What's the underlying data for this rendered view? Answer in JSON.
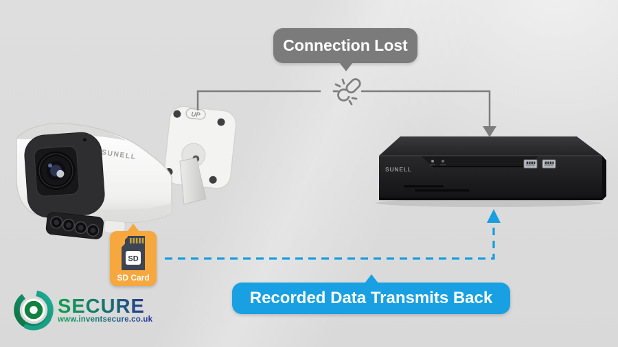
{
  "bubbles": {
    "connection_lost": "Connection Lost",
    "recorded_back": "Recorded Data Transmits Back"
  },
  "sd_badge": {
    "card_label": "SD",
    "caption": "SD Card"
  },
  "camera": {
    "brand": "SUNELL",
    "mount_label": "UP"
  },
  "nvr": {
    "brand": "SUNELL"
  },
  "footer_logo": {
    "brand": "SECURE",
    "website": "www.inventsecure.co.uk"
  },
  "icons": {
    "broken_link": "broken-link-icon",
    "arrow_down": "arrow-down-icon",
    "arrow_up": "arrow-up-icon",
    "sd_card": "sd-card-icon",
    "logo_mark": "aperture-logo-icon"
  },
  "colors": {
    "background": "#dcdcdc",
    "bubble_gray": "#7b7b7b",
    "accent_blue": "#18a0e2",
    "badge_orange": "#f6a73e",
    "nvr_black": "#1d1d1f",
    "logo_green": "#0f9f4d",
    "logo_indigo": "#2b2f8f"
  }
}
